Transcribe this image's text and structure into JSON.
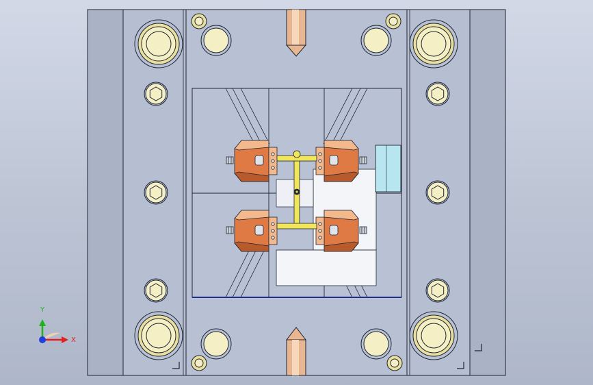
{
  "viewport": {
    "name": "cad-3d-viewport",
    "background_top": "#d2d8e6",
    "background_bottom": "#aeb7c9"
  },
  "colors": {
    "plate_fill": "#b8c1d3",
    "plate_fill_dark": "#aab3c6",
    "outline": "#1f2430",
    "bolt_fill": "#f4efc4",
    "bolt_ring": "#e8dfa0",
    "copper": "#e07a45",
    "copper_dark": "#b75a2c",
    "copper_light": "#f3b98d",
    "runner_yellow": "#f1e65a",
    "cyan_block": "#b7e5f0",
    "white_block": "#f4f5f8",
    "cavity_blue": "#1f2f8a",
    "axis_x": "#e01f1f",
    "axis_y": "#22b022",
    "axis_z": "#1f3fe0"
  },
  "triad": {
    "x_label": "X",
    "y_label": "Y",
    "icon": "coordinate-triad-icon"
  }
}
